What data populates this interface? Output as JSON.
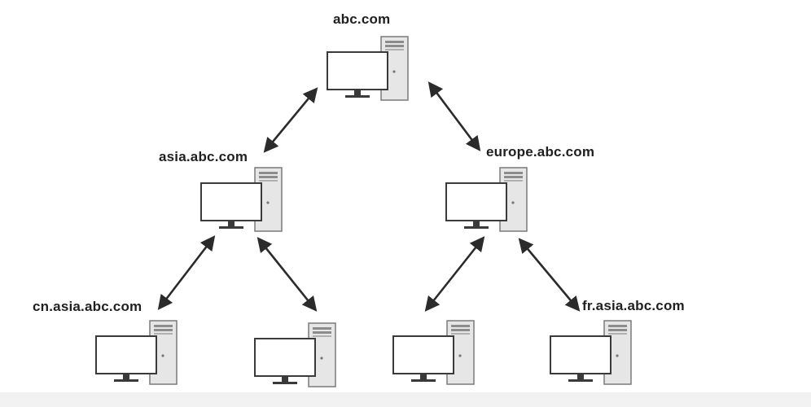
{
  "nodes": [
    {
      "id": "root",
      "label": "abc.com"
    },
    {
      "id": "asia",
      "label": "asia.abc.com"
    },
    {
      "id": "europe",
      "label": "europe.abc.com"
    },
    {
      "id": "cn",
      "label": "cn.asia.abc.com"
    },
    {
      "id": "asia_child2",
      "label": ""
    },
    {
      "id": "europe_child1",
      "label": ""
    },
    {
      "id": "fr",
      "label": "fr.asia.abc.com"
    }
  ],
  "edges": [
    {
      "from": "root",
      "to": "asia",
      "type": "bidirectional"
    },
    {
      "from": "root",
      "to": "europe",
      "type": "bidirectional"
    },
    {
      "from": "asia",
      "to": "cn",
      "type": "bidirectional"
    },
    {
      "from": "asia",
      "to": "asia_child2",
      "type": "bidirectional"
    },
    {
      "from": "europe",
      "to": "europe_child1",
      "type": "bidirectional"
    },
    {
      "from": "europe",
      "to": "fr",
      "type": "bidirectional"
    }
  ],
  "icons": {
    "computer": "desktop-computer-icon"
  },
  "colors": {
    "arrow": "#2b2b2b",
    "monitor_border": "#3a3a3a",
    "tower_fill": "#e6e6e6"
  }
}
